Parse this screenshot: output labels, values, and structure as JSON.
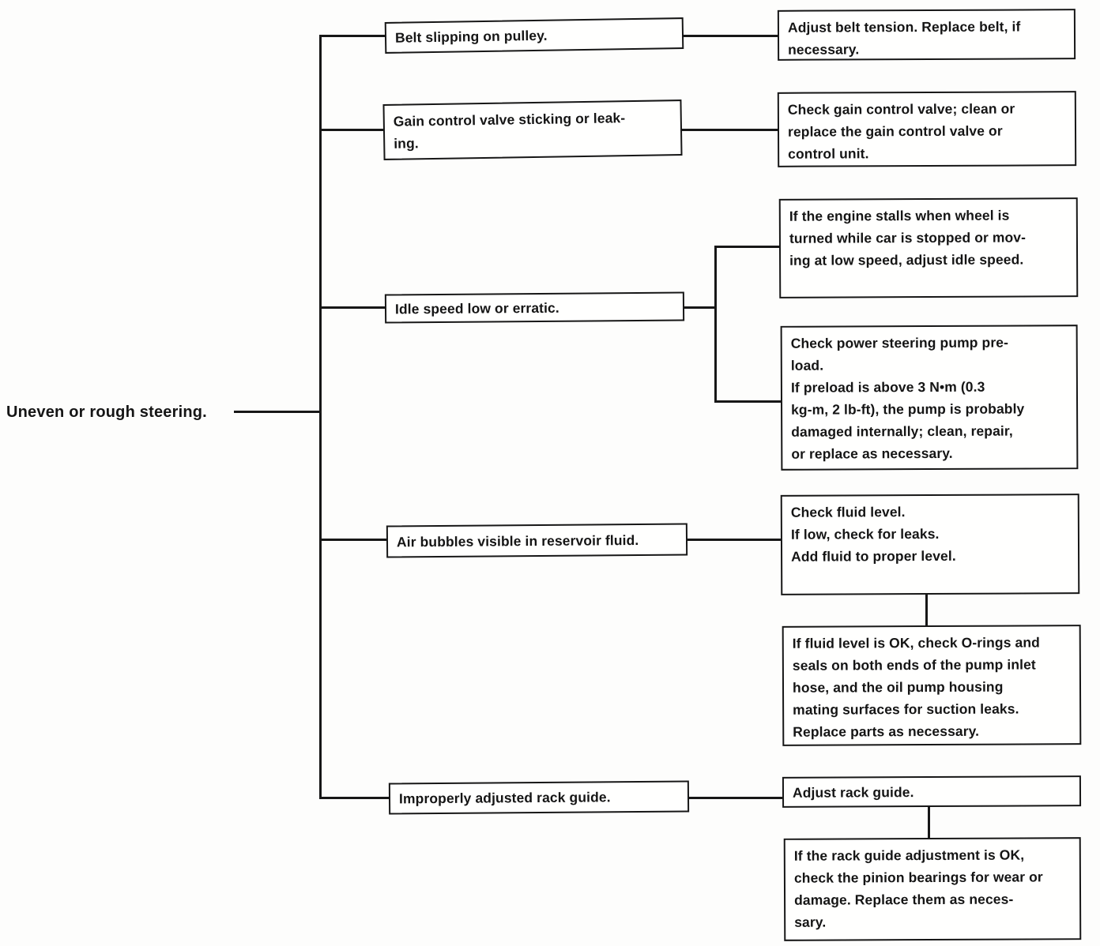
{
  "flowchart": {
    "root_label": "Uneven or rough steering.",
    "causes": {
      "belt": [
        "Belt slipping on pulley."
      ],
      "gain": [
        "Gain control valve sticking or leak-",
        "ing."
      ],
      "idle": [
        "Idle speed low or erratic."
      ],
      "air": [
        "Air bubbles visible in reservoir fluid."
      ],
      "rack": [
        "Improperly adjusted rack guide."
      ]
    },
    "remedies": {
      "belt": [
        "Adjust belt tension. Replace belt, if",
        "necessary."
      ],
      "gain": [
        "Check gain control valve; clean or",
        "replace the gain control valve or",
        "control unit."
      ],
      "idle_stall": [
        "If the engine stalls when wheel is",
        "turned while car is stopped or mov-",
        "ing at low speed, adjust idle speed."
      ],
      "idle_preload": [
        "Check power steering pump pre-",
        "load.",
        "If preload is above 3 N•m (0.3",
        "kg-m, 2 lb-ft), the pump is probably",
        "damaged internally; clean, repair,",
        "or replace as necessary."
      ],
      "fluid_check": [
        "Check fluid level.",
        "If low, check for leaks.",
        "Add fluid to proper level."
      ],
      "fluid_ok": [
        "If fluid level is OK, check O-rings and",
        "seals on both ends of the pump inlet",
        "hose, and the oil pump housing",
        "mating surfaces for suction leaks.",
        "Replace parts as necessary."
      ],
      "rack_adjust": [
        "Adjust rack guide."
      ],
      "rack_ok": [
        "If the rack guide adjustment is OK,",
        "check the pinion bearings for wear or",
        "damage. Replace them as neces-",
        "sary."
      ]
    },
    "line_color": "#171717"
  }
}
